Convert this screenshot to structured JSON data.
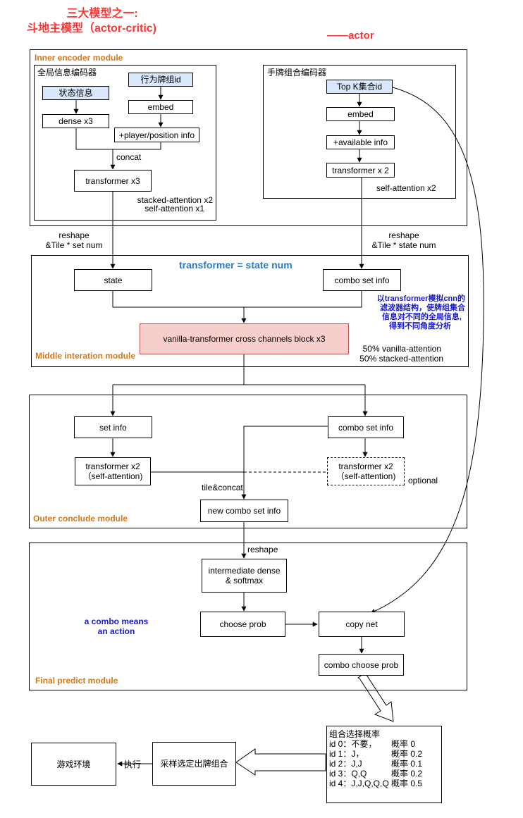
{
  "title": {
    "line1": "三大模型之一:",
    "line2": "斗地主模型（actor-critic)",
    "tag": "——actor"
  },
  "modules": {
    "inner_encoder": "Inner encoder module",
    "middle": "Middle interation module",
    "outer": "Outer conclude module",
    "final": "Final predict module"
  },
  "global_encoder": {
    "title": "全局信息编码器",
    "state_info": "状态信息",
    "action_group_id": "行为牌组id",
    "dense": "dense x3",
    "embed": "embed",
    "player_info": "+player/position info",
    "concat": "concat",
    "transformer": "transformer x3",
    "attention_note_1": "stacked-attention x2",
    "attention_note_2": "self-attention x1"
  },
  "hand_encoder": {
    "title": "手牌组合编码器",
    "topk": "Top K集合id",
    "embed": "embed",
    "available": "+available info",
    "transformer": "transformer x 2",
    "attention_note": "self-attention x2"
  },
  "reshape_left": {
    "line1": "reshape",
    "line2": "&Tile * set num"
  },
  "reshape_right": {
    "line1": "reshape",
    "line2": "&Tile * state num"
  },
  "middle": {
    "heading": "transformer =  state num",
    "state": "state",
    "combo_set_info": "combo set info",
    "cnn_note": [
      "以transformer模拟cnn的",
      "滤波器结构，使牌组集合",
      "信息对不同的全局信息,",
      "得到不同角度分析"
    ],
    "cross_block": "vanilla-transformer cross channels block x3",
    "ratio_1": "50% vanilla-attention",
    "ratio_2": "50% stacked-attention"
  },
  "outer": {
    "set_info": "set info",
    "combo_set_info": "combo set info",
    "transformer_left": {
      "line1": "transformer x2",
      "line2": "（self-attention)"
    },
    "transformer_right": {
      "line1": "transformer x2",
      "line2": "（self-attention)"
    },
    "optional": "optional",
    "tile_concat": "tile&concat",
    "new_combo": "new combo set info"
  },
  "final": {
    "reshape": "reshape",
    "intermediate": {
      "line1": "intermediate dense",
      "line2": "& softmax"
    },
    "choose_prob": "choose prob",
    "copy_net": "copy net",
    "combo_choose_prob": "combo choose prob",
    "combo_note": {
      "line1": "a combo means",
      "line2": "an action"
    }
  },
  "prob_table": {
    "title": "组合选择概率",
    "rows": [
      {
        "id": "id 0：不要，",
        "prob": "概率 0"
      },
      {
        "id": "id 1：J，",
        "prob": "概率 0.2"
      },
      {
        "id": "id 2：J,J",
        "prob": "概率 0.1"
      },
      {
        "id": "id 3：Q,Q",
        "prob": "概率 0.2"
      },
      {
        "id": "id 4：J,J,Q,Q,Q",
        "prob": "概率 0.5"
      }
    ]
  },
  "bottom": {
    "sample": "采样选定出牌组合",
    "execute": "执行",
    "env": "游戏环境"
  },
  "colors": {
    "title_red": "#ff3333",
    "module_orange": "#d6781a",
    "note_navy": "#1a1acc",
    "heading_steel": "#2b79c2",
    "input_blue": "#dae8fc",
    "block_pink": "#f8cecc",
    "block_border": "#b85450"
  }
}
